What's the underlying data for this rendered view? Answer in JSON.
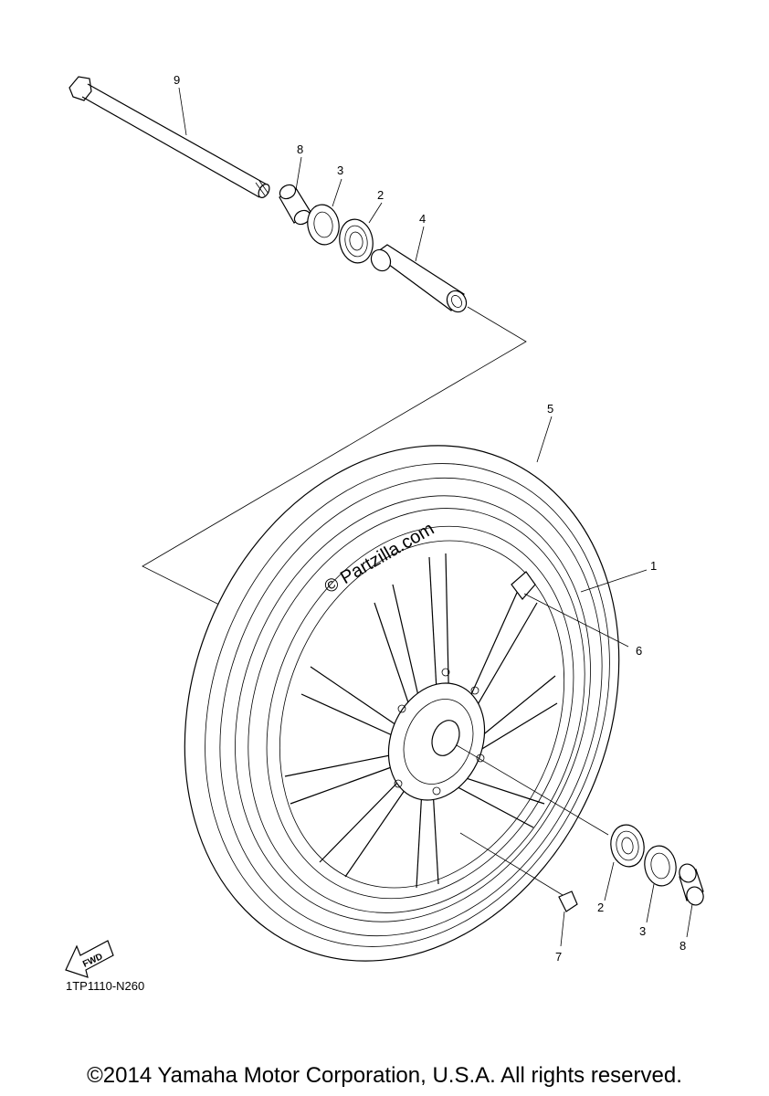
{
  "diagram": {
    "diagram_code": "1TP1110-N260",
    "copyright": "©2014 Yamaha Motor Corporation, U.S.A. All rights reserved.",
    "watermark": "© Partzilla.com",
    "fwd_label": "FWD",
    "callouts": {
      "axle": "9",
      "collar_top": "8",
      "oil_seal_top": "3",
      "bearing_top": "2",
      "spacer": "4",
      "tire": "5",
      "wheel": "1",
      "valve_cap": "6",
      "bearing_bottom": "2",
      "oil_seal_bottom": "3",
      "collar_bottom": "8",
      "valve": "7"
    }
  }
}
